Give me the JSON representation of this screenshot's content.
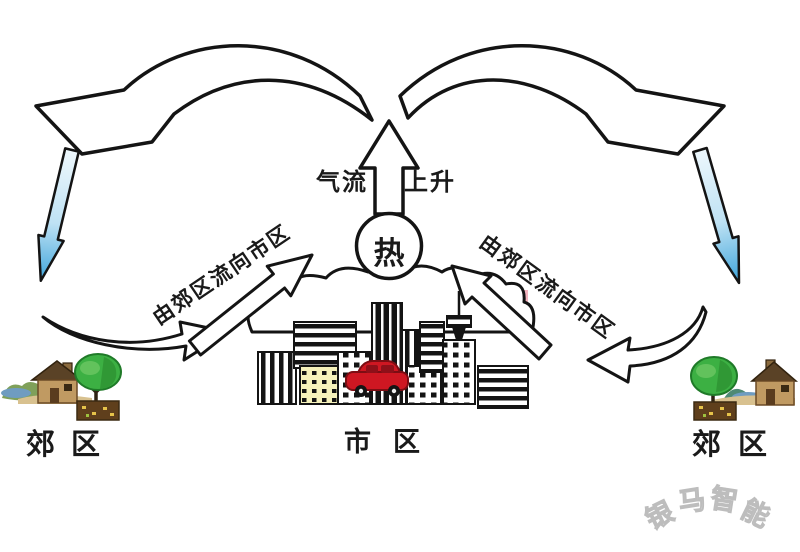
{
  "labels": {
    "airflow": "气流",
    "rise": "上升",
    "heat": "热",
    "flow_left": "由郊区流向市区",
    "flow_right": "由郊区流向市区",
    "suburb_left": "郊区",
    "urban": "市区",
    "suburb_right": "郊区"
  },
  "watermark": {
    "chars": [
      "银",
      "马",
      "智",
      "能"
    ]
  },
  "colors": {
    "outline": "#141414",
    "arrow_fill": "#ffffff",
    "cold_air_top": "#eef8fd",
    "cold_air_mid": "#bfe2f4",
    "cold_air_bottom": "#3da4da",
    "smog_pink": "#f3b4bf",
    "tree_green": "#3cb043",
    "tree_green_dark": "#1f7a28",
    "ground_brown": "#5f3f1c",
    "car_red": "#ce1722",
    "building_yellow": "#f6f2bb",
    "house_tan": "#c09a62",
    "roof_brown": "#5a4226",
    "water_blue": "#6f9cc0",
    "hill_green": "#7fa05a"
  }
}
